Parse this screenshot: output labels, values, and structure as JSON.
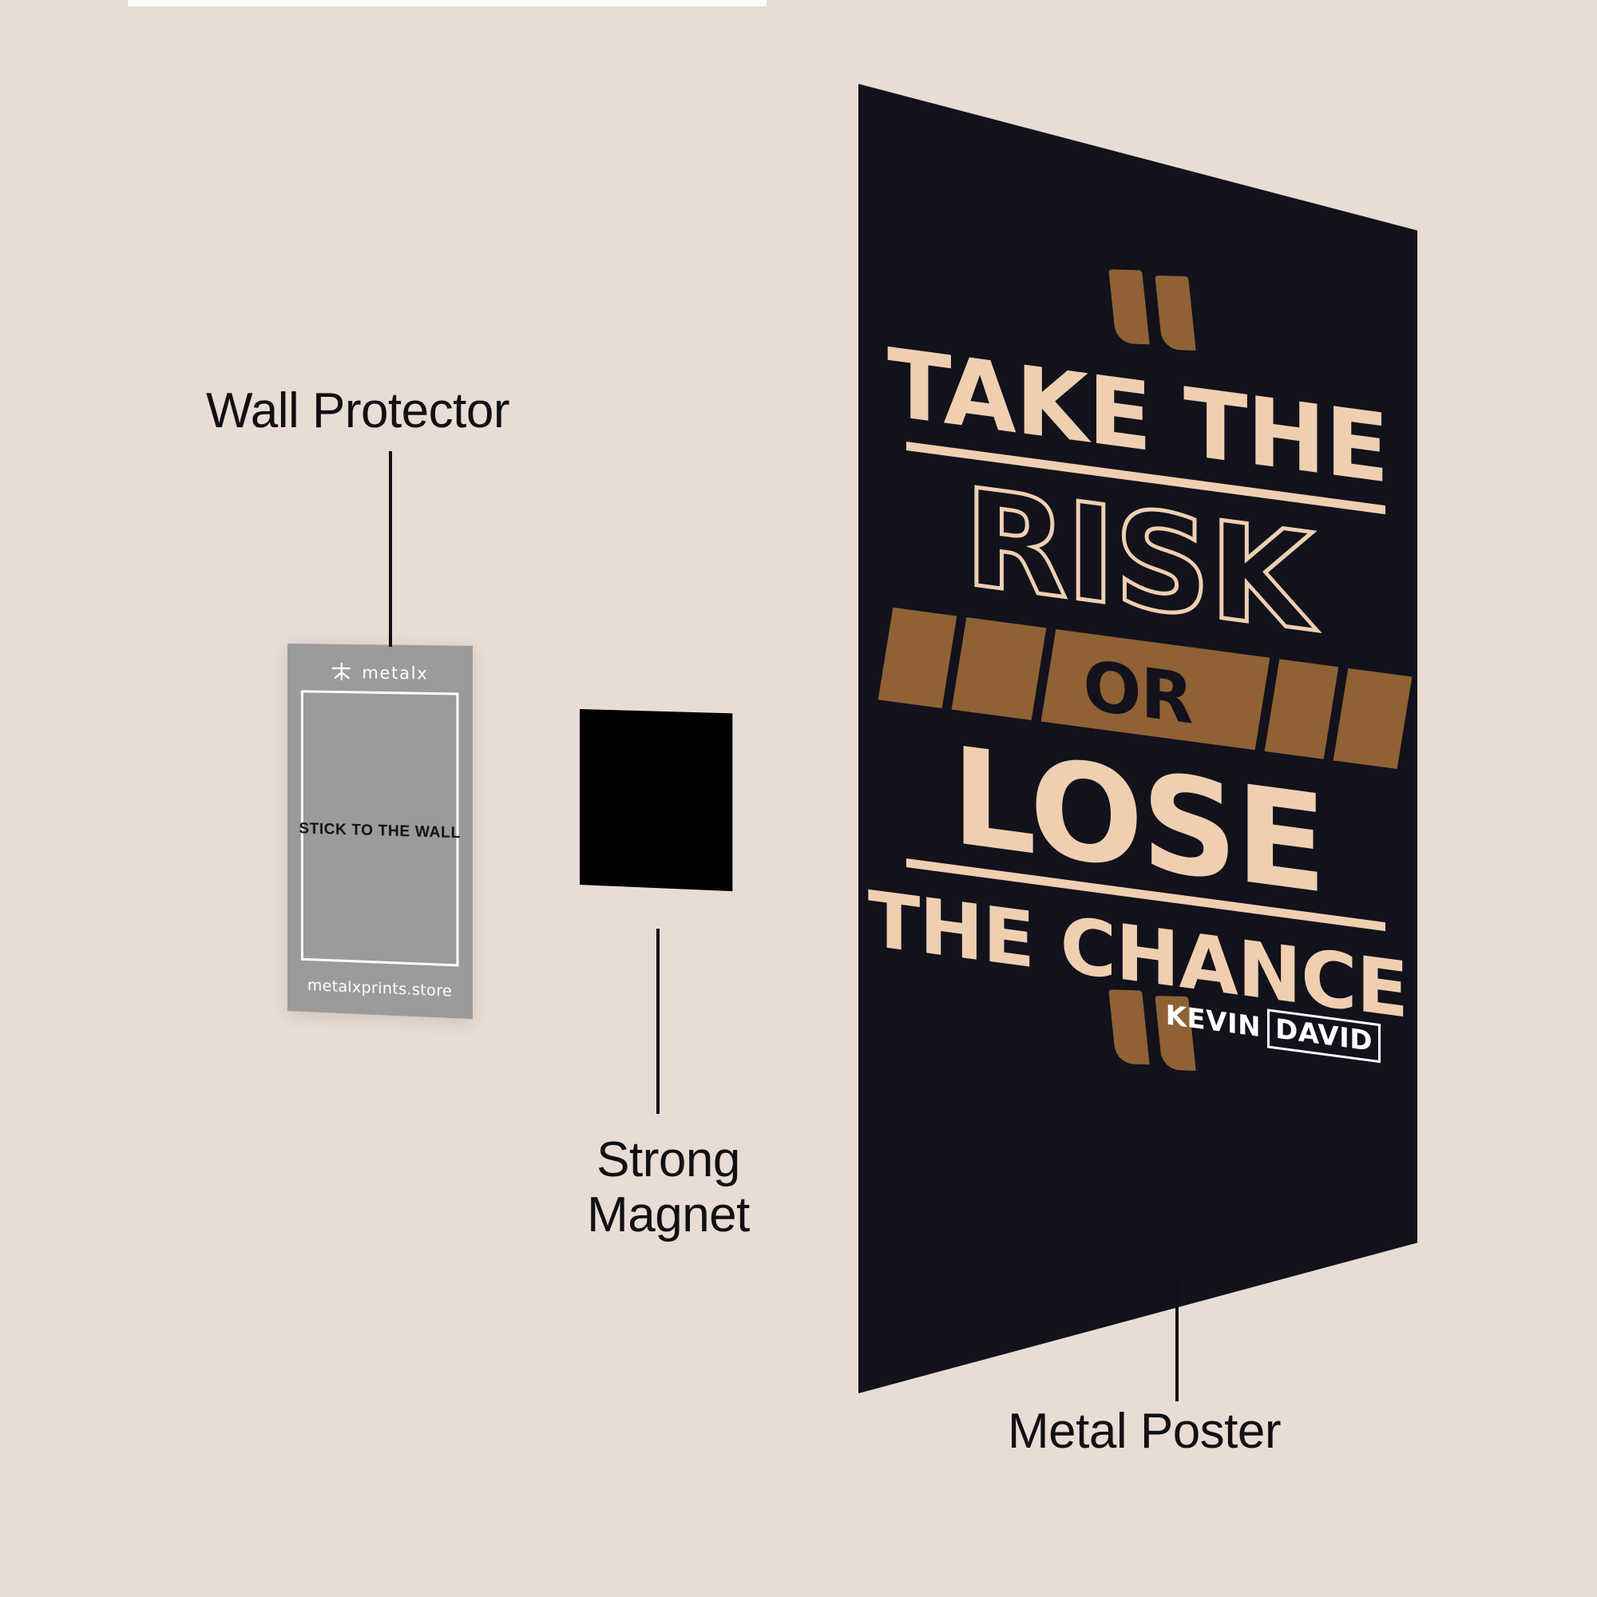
{
  "background_color": "#e8dcd4",
  "annotations": [
    {
      "id": "wall-protector",
      "label": "Wall Protector"
    },
    {
      "id": "strong-magnet",
      "label": "Strong\nMagnet"
    },
    {
      "id": "metal-poster",
      "label": "Metal Poster"
    }
  ],
  "wall_protector": {
    "brand_name": "metalx",
    "brand_mark": "metalx-logo-icon",
    "center_text": "STICK TO THE WALL",
    "store_url": "metalxprints.store",
    "background_color": "#9b9b9b",
    "frame_color": "#ffffff"
  },
  "strong_magnet": {
    "color": "#000000"
  },
  "metal_poster": {
    "background_color": "#11121c",
    "cream_color": "#f0cfb0",
    "brown_color": "#8f6134",
    "lines": {
      "l1": "TAKE THE",
      "l2": "RISK",
      "l3": "OR",
      "l4": "LOSE",
      "l5": "THE CHANCE"
    },
    "signature": {
      "first": "KEVIN",
      "last": "DAVID"
    },
    "quote_open": "open-quote-icon",
    "quote_close": "close-quote-icon"
  }
}
